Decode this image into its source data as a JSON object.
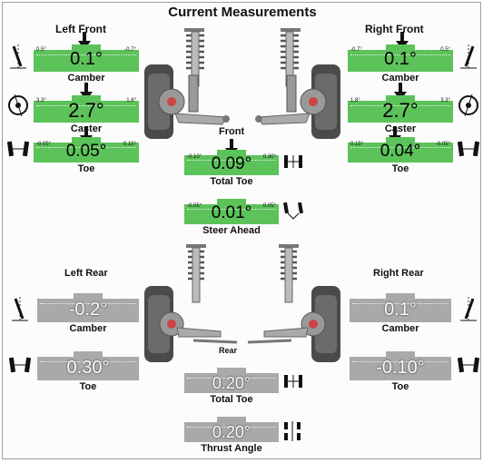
{
  "title": "Current Measurements",
  "sections": {
    "left_front": "Left Front",
    "right_front": "Right Front",
    "front": "Front",
    "left_rear": "Left Rear",
    "right_rear": "Right Rear",
    "rear": "Rear"
  },
  "front": {
    "left_camber": {
      "value": "0.1°",
      "label": "Camber",
      "min": "0.5°",
      "max": "-0.7°",
      "level": 0.48
    },
    "left_caster": {
      "value": "2.7°",
      "label": "Caster",
      "min": "3.3°",
      "max": "1.8°",
      "level": 0.5
    },
    "left_toe": {
      "value": "0.05°",
      "label": "Toe",
      "min": "-0.05°",
      "max": "0.15°",
      "level": 0.5
    },
    "right_camber": {
      "value": "0.1°",
      "label": "Camber",
      "min": "-0.7°",
      "max": "0.5°",
      "level": 0.52
    },
    "right_caster": {
      "value": "2.7°",
      "label": "Caster",
      "min": "1.8°",
      "max": "3.3°",
      "level": 0.5
    },
    "right_toe": {
      "value": "0.04°",
      "label": "Toe",
      "min": "0.15°",
      "max": "-0.05°",
      "level": 0.45
    },
    "total_toe": {
      "value": "0.09°",
      "label": "Total Toe",
      "min": "-0.10°",
      "max": "0.30°",
      "level": 0.5
    },
    "steer_ahead": {
      "value": "0.01°",
      "label": "Steer Ahead",
      "min": "-0.05°",
      "max": "0.05°",
      "level": 0.5
    }
  },
  "rear": {
    "left_camber": {
      "value": "-0.2°",
      "label": "Camber"
    },
    "left_toe": {
      "value": "0.30°",
      "label": "Toe"
    },
    "right_camber": {
      "value": "0.1°",
      "label": "Camber"
    },
    "right_toe": {
      "value": "-0.10°",
      "label": "Toe"
    },
    "total_toe": {
      "value": "0.20°",
      "label": "Total Toe"
    },
    "thrust_angle": {
      "value": "0.20°",
      "label": "Thrust Angle"
    }
  },
  "colors": {
    "in_spec": "#5cc25a",
    "no_spec": "#a9a9a9",
    "arrow": "#111111"
  },
  "icons": [
    "camber-icon",
    "caster-icon",
    "toe-icon",
    "total-toe-icon",
    "steer-ahead-icon",
    "thrust-angle-icon",
    "indicator-arrow-icon"
  ]
}
